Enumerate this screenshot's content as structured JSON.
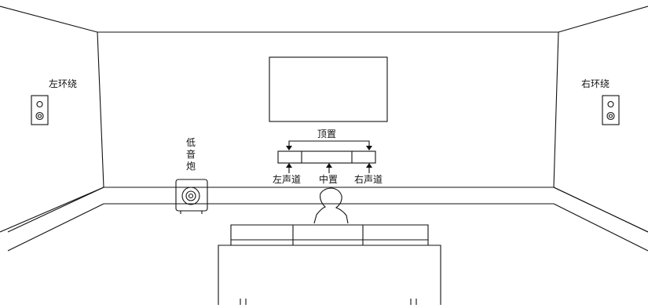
{
  "labels": {
    "surround_left": "左环绕",
    "surround_right": "右环绕",
    "subwoofer": [
      "低",
      "音",
      "炮"
    ],
    "top": "顶置",
    "left_channel": "左声道",
    "center": "中置",
    "right_channel": "右声道"
  },
  "colors": {
    "line": "#111111",
    "background": "#ffffff"
  }
}
